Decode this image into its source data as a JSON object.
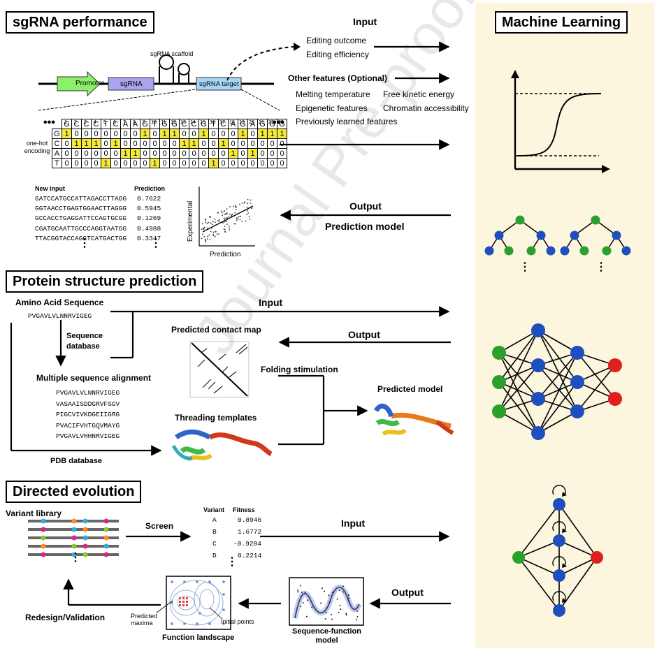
{
  "ml": {
    "title": "Machine Learning"
  },
  "sgrna": {
    "title": "sgRNA performance",
    "input_label": "Input",
    "input_items": [
      "Editing outcome",
      "Editing efficiency"
    ],
    "other_features_label": "Other features (Optional)",
    "features": [
      "Melting temperature",
      "Free kinetic energy",
      "Epigenetic features",
      "Chromatin accessibility",
      "Previously learned features"
    ],
    "construct": {
      "promoter": "Promoter",
      "sgrna": "sgRNA",
      "scaffold": "sgRNA scaffold",
      "target": "sgRNA target"
    },
    "encoding_label": "one-hot encoding",
    "positions": [
      "1",
      "2",
      "3",
      "4",
      "5",
      "6",
      "7",
      "8",
      "9",
      "10",
      "11",
      "12",
      "13",
      "14",
      "15",
      "16",
      "17",
      "18",
      "19",
      "20",
      "21",
      "22",
      "23"
    ],
    "sequence": [
      "G",
      "C",
      "C",
      "C",
      "T",
      "C",
      "A",
      "A",
      "G",
      "T",
      "G",
      "G",
      "C",
      "C",
      "G",
      "T",
      "C",
      "A",
      "G",
      "A",
      "G",
      "G",
      "G"
    ],
    "onehot": [
      {
        "base": "G",
        "row": [
          "1",
          "0",
          "0",
          "0",
          "0",
          "0",
          "0",
          "0",
          "1",
          "0",
          "1",
          "1",
          "0",
          "0",
          "1",
          "0",
          "0",
          "0",
          "1",
          "0",
          "1",
          "1",
          "1"
        ]
      },
      {
        "base": "C",
        "row": [
          "0",
          "1",
          "1",
          "1",
          "0",
          "1",
          "0",
          "0",
          "0",
          "0",
          "0",
          "0",
          "1",
          "1",
          "0",
          "0",
          "1",
          "0",
          "0",
          "0",
          "0",
          "0",
          "0"
        ]
      },
      {
        "base": "A",
        "row": [
          "0",
          "0",
          "0",
          "0",
          "0",
          "0",
          "1",
          "1",
          "0",
          "0",
          "0",
          "0",
          "0",
          "0",
          "0",
          "0",
          "0",
          "1",
          "0",
          "1",
          "0",
          "0",
          "0"
        ]
      },
      {
        "base": "T",
        "row": [
          "0",
          "0",
          "0",
          "0",
          "1",
          "0",
          "0",
          "0",
          "0",
          "1",
          "0",
          "0",
          "0",
          "0",
          "0",
          "1",
          "0",
          "0",
          "0",
          "0",
          "0",
          "0",
          "0"
        ]
      }
    ],
    "new_input_header": "New input",
    "prediction_header": "Prediction",
    "predictions": [
      {
        "seq": "GATCCATGCCATTAGACCTTAGG",
        "value": "0.7622"
      },
      {
        "seq": "GGTAACCTGAGTGGAACTTAGGG",
        "value": "0.5945"
      },
      {
        "seq": "GCCACCTGAGGATTCCAGTGCGG",
        "value": "0.1269"
      },
      {
        "seq": "CGATGCAATTGCCCAGGTAATGG",
        "value": "0.4988"
      },
      {
        "seq": "TTACGGTACCAGGTCATGACTGG",
        "value": "0.3347"
      }
    ],
    "scatter_xlabel": "Prediction",
    "scatter_ylabel": "Experimental",
    "output_label": "Output",
    "model_label": "Prediction model"
  },
  "protein": {
    "title": "Protein structure prediction",
    "aa_label": "Amino Acid Sequence",
    "aa_seq": "PVGAVLVLNNRVIGEG",
    "seq_db": "Sequence database",
    "msa_label": "Multiple sequence alignment",
    "msa": [
      "PVGAVLVLNNRVIGEG",
      "VASAAISDDGRVFSGV",
      "PIGCVIVKDGEIIGRG",
      "PVACIFVHTGQVMAYG",
      "PVGAVLVHHNRVIGEG"
    ],
    "pdb": "PDB database",
    "input_label": "Input",
    "output_label": "Output",
    "contact_map": "Predicted contact map",
    "folding": "Folding stimulation",
    "threading": "Threading templates",
    "predicted_model": "Predicted model"
  },
  "directed": {
    "title": "Directed evolution",
    "library": "Variant library",
    "screen": "Screen",
    "variant_header": "Variant",
    "fitness_header": "Fitness",
    "variants": [
      {
        "name": "A",
        "fitness": "0.8946"
      },
      {
        "name": "B",
        "fitness": "1.6772"
      },
      {
        "name": "C",
        "fitness": "-0.9284"
      },
      {
        "name": "D",
        "fitness": "0.2214"
      }
    ],
    "input_label": "Input",
    "output_label": "Output",
    "redesign": "Redesign/Validation",
    "predicted_maxima": "Predicted maxima",
    "initial_points": "Initial points",
    "landscape": "Function landscape",
    "sf_model": "Sequence-function model"
  },
  "watermark": "Journal Pre-proof",
  "colors": {
    "panel": "#fcf6df",
    "highlight": "#f3e93a",
    "node_green": "#2ca02c",
    "node_blue": "#1f4fbf",
    "node_red": "#e02020"
  }
}
